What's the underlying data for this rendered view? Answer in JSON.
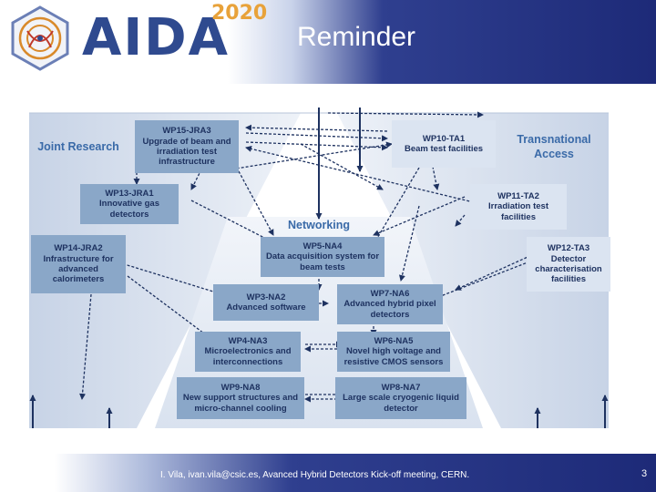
{
  "header": {
    "logo_text": "AIDA",
    "logo_year": "2020",
    "title": "Reminder"
  },
  "areas": {
    "joint_research": "Joint Research",
    "transnational": "Transnational Access",
    "networking": "Networking"
  },
  "boxes": {
    "wp15": {
      "code": "WP15-JRA3",
      "text": "Upgrade of beam and irradiation test infrastructure"
    },
    "wp13": {
      "code": "WP13-JRA1",
      "text": "Innovative gas detectors"
    },
    "wp14": {
      "code": "WP14-JRA2",
      "text": "Infrastructure for advanced calorimeters"
    },
    "wp10": {
      "code": "WP10-TA1",
      "text": "Beam test facilities"
    },
    "wp11": {
      "code": "WP11-TA2",
      "text": "Irradiation test facilities"
    },
    "wp12": {
      "code": "WP12-TA3",
      "text": "Detector characterisation facilities"
    },
    "wp5": {
      "code": "WP5-NA4",
      "text": "Data acquisition system for beam tests"
    },
    "wp3": {
      "code": "WP3-NA2",
      "text": "Advanced software"
    },
    "wp7": {
      "code": "WP7-NA6",
      "text": "Advanced hybrid pixel detectors"
    },
    "wp4": {
      "code": "WP4-NA3",
      "text": "Microelectronics and interconnections"
    },
    "wp6": {
      "code": "WP6-NA5",
      "text": "Novel high voltage and resistive CMOS sensors"
    },
    "wp9": {
      "code": "WP9-NA8",
      "text": "New support structures and micro-channel cooling"
    },
    "wp8": {
      "code": "WP8-NA7",
      "text": "Large scale cryogenic liquid detector"
    }
  },
  "footer": {
    "text": "I. Vila, ivan.vila@csic.es, Avanced Hybrid Detectors Kick-off meeting, CERN.",
    "page": "3"
  },
  "colors": {
    "box": "#8aa7c8",
    "box_light": "#dbe4f1",
    "label": "#3a6aa8",
    "arrow": "#1e3260",
    "header_blue": "#1d2a78"
  }
}
